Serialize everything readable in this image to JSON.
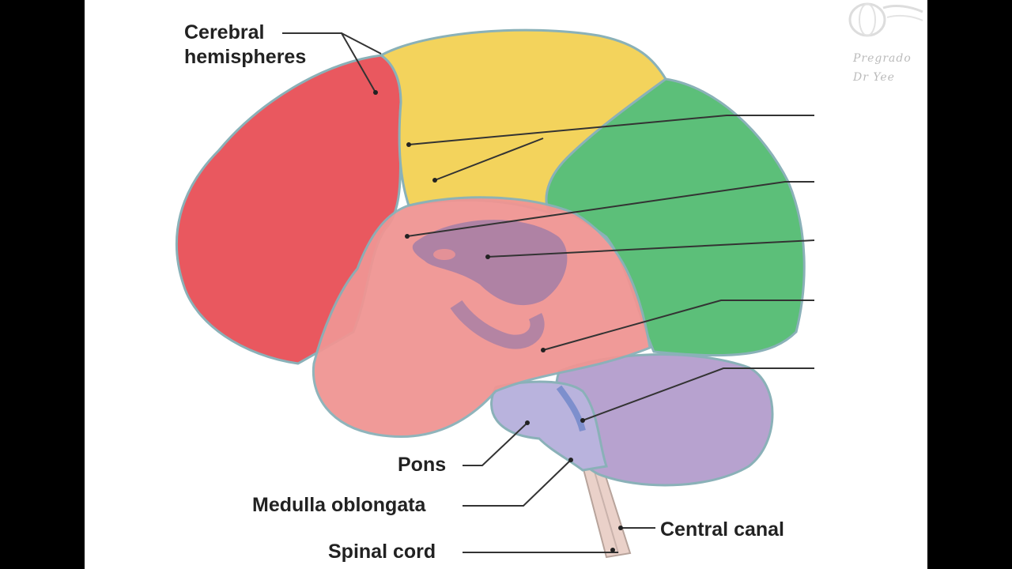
{
  "labels": {
    "cerebral_hemispheres_1": "Cerebral",
    "cerebral_hemispheres_2": "hemispheres",
    "pons": "Pons",
    "medulla": "Medulla oblongata",
    "central_canal": "Central canal",
    "spinal_cord": "Spinal cord"
  },
  "watermark": {
    "line1": "Pregrado",
    "line2": "Dr Yee"
  },
  "colors": {
    "frontal_red": "#e9585f",
    "parietal_yellow": "#f3d35c",
    "occipital_green": "#5cbf79",
    "temporal_pink": "#f09593",
    "cerebellum_purple": "#b7a2cf",
    "brainstem_lavender": "#b9b3dd",
    "ventricles": "#9a7aa8",
    "spinal_cord": "#ead1c9",
    "outline": "#8ab1b8",
    "leader": "#333333"
  }
}
